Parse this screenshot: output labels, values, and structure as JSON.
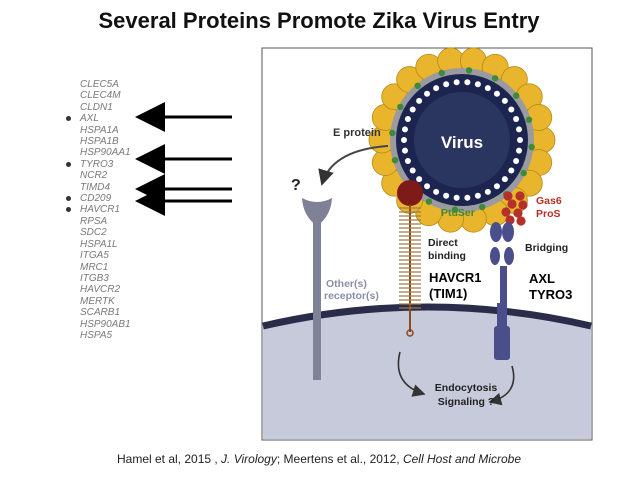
{
  "title": "Several Proteins Promote Zika Virus Entry",
  "genes": [
    {
      "name": "CLEC5A",
      "marked": false
    },
    {
      "name": "CLEC4M",
      "marked": false
    },
    {
      "name": "CLDN1",
      "marked": false
    },
    {
      "name": "AXL",
      "marked": true
    },
    {
      "name": "HSPA1A",
      "marked": false
    },
    {
      "name": "HSPA1B",
      "marked": false
    },
    {
      "name": "HSP90AA1",
      "marked": false
    },
    {
      "name": "TYRO3",
      "marked": true
    },
    {
      "name": "NCR2",
      "marked": false
    },
    {
      "name": "TIMD4",
      "marked": false
    },
    {
      "name": "CD209",
      "marked": true
    },
    {
      "name": "HAVCR1",
      "marked": true
    },
    {
      "name": "RPSA",
      "marked": false
    },
    {
      "name": "SDC2",
      "marked": false
    },
    {
      "name": "HSPA1L",
      "marked": false
    },
    {
      "name": "ITGA5",
      "marked": false
    },
    {
      "name": "MRC1",
      "marked": false
    },
    {
      "name": "ITGB3",
      "marked": false
    },
    {
      "name": "HAVCR2",
      "marked": false
    },
    {
      "name": "MERTK",
      "marked": false
    },
    {
      "name": "SCARB1",
      "marked": false
    },
    {
      "name": "HSP90AB1",
      "marked": false
    },
    {
      "name": "HSPA5",
      "marked": false
    }
  ],
  "diagram": {
    "virus": "Virus",
    "e_protein": "E protein",
    "unknown": "?",
    "ptdser": "PtdSer",
    "gas6": "Gas6",
    "pros": "ProS",
    "direct_binding_1": "Direct",
    "direct_binding_2": "binding",
    "bridging": "Bridging",
    "other_receptors_1": "Other(s)",
    "other_receptors_2": "receptor(s)",
    "havcr1": "HAVCR1",
    "tim1": "(TIM1)",
    "axl": "AXL",
    "tyro3": "TYRO3",
    "endocytosis": "Endocytosis",
    "signaling": "Signaling ?"
  },
  "citation": {
    "part1": "Hamel et al, 2015 , ",
    "journal1": "J. Virology",
    "part2": "; Meertens et al., 2012, ",
    "journal2": "Cell Host and Microbe"
  },
  "colors": {
    "virus_core": "#1b2550",
    "virus_spikes": "#e8b52c",
    "membrane": "#2b2c4a",
    "cytoplasm": "#c7cadb",
    "receptor_grey": "#7f8296",
    "tim1_head": "#7e1a1a",
    "axl_blue": "#4a4e8a",
    "ptdser_green": "#3d8a3d",
    "gas6_red": "#b5302a"
  }
}
